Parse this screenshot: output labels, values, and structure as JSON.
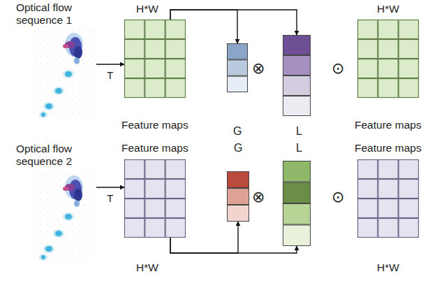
{
  "diagram": {
    "nodes": [
      {
        "text": [
          "Optical flow sequence 1"
        ]
      },
      {
        "text": [
          "H*W",
          "Feature maps"
        ]
      },
      {
        "text": [
          "G"
        ]
      },
      {
        "text": [
          "L"
        ]
      },
      {
        "text": [
          "H*W",
          "Feature maps"
        ]
      },
      {
        "text": [
          "Optical flow sequence 2"
        ]
      },
      {
        "text": [
          "Feature maps",
          "H*W"
        ]
      },
      {
        "text": [
          "G"
        ]
      },
      {
        "text": [
          "L"
        ]
      },
      {
        "text": [
          "Feature maps",
          "H*W"
        ]
      }
    ],
    "edges": [
      {
        "from": 0,
        "to": 1,
        "arrow": "to",
        "label": "T"
      },
      {
        "from": 1,
        "to": 2,
        "arrow": "to"
      },
      {
        "from": 1,
        "to": 3,
        "arrow": "to"
      },
      {
        "from": 5,
        "to": 6,
        "arrow": "to",
        "label": "T"
      },
      {
        "from": 6,
        "to": 7,
        "arrow": "to"
      },
      {
        "from": 6,
        "to": 8,
        "arrow": "to"
      }
    ],
    "labels": [
      "⊗",
      "⊙",
      "⊗",
      "⊙"
    ]
  }
}
